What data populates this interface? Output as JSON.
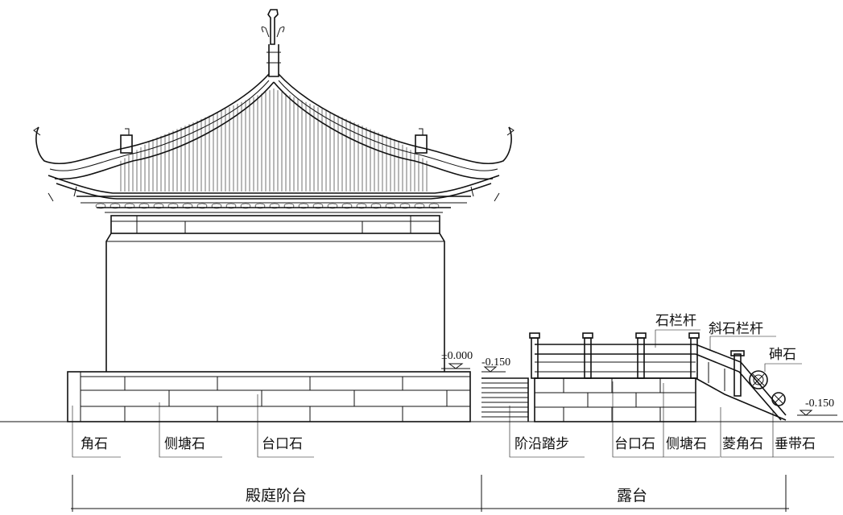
{
  "labels": {
    "jiaoshi": "角石",
    "cetangshi_1": "侧塘石",
    "taikoushi_1": "台口石",
    "jieyan_tabu": "阶沿踏步",
    "taikoushi_2": "台口石",
    "cetangshi_2": "侧塘石",
    "linjiaoshi": "菱角石",
    "chuidaishi": "垂带石",
    "shilangan": "石栏杆",
    "xieshilangan": "斜石栏杆",
    "shenshi": "砷石"
  },
  "elevations": {
    "zero": "±0.000",
    "step_top": "-0.150",
    "ground_right": "-0.150"
  },
  "sections": {
    "hall_platform": "殿庭阶台",
    "terrace": "露台"
  }
}
